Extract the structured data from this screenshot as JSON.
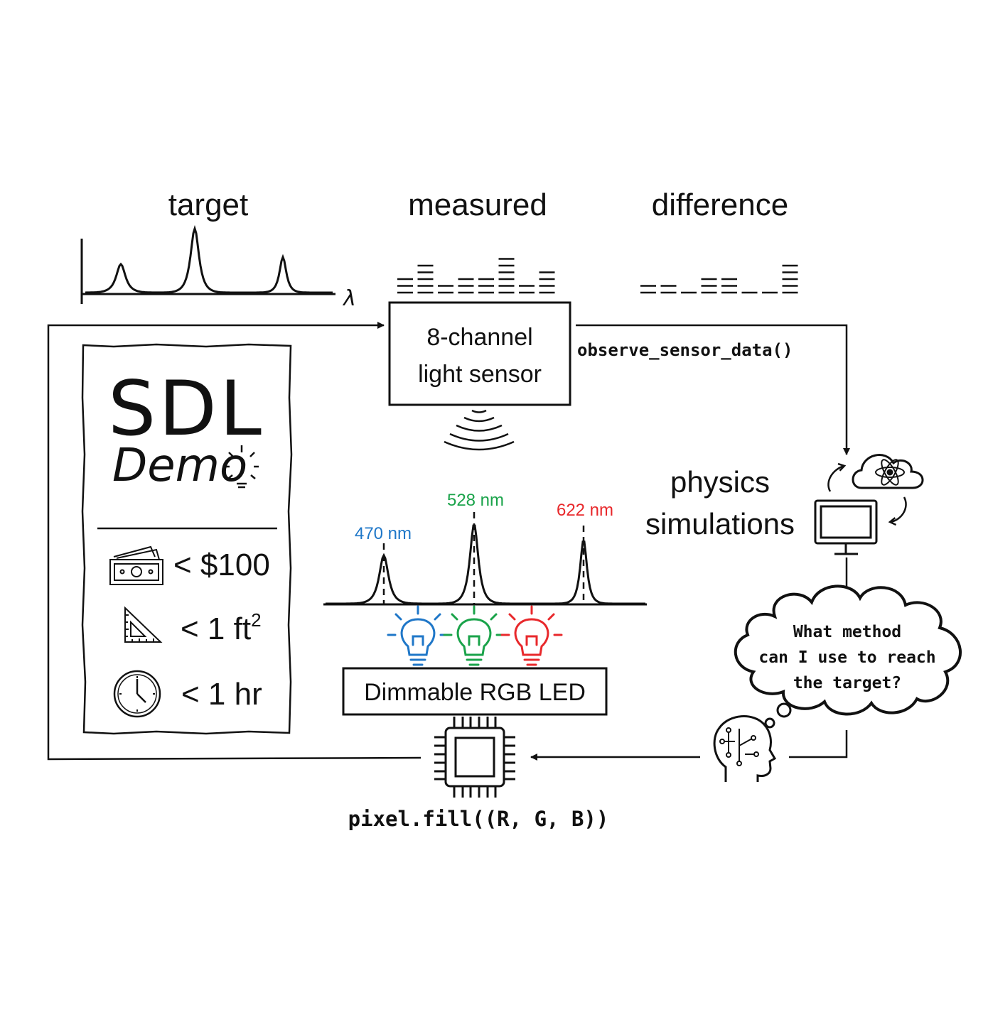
{
  "labels": {
    "target": "target",
    "measured": "measured",
    "difference": "difference",
    "lambda": "λ",
    "sensor_line1": "8-channel",
    "sensor_line2": "light sensor",
    "observe_fn": "observe_sensor_data()",
    "physics_line1": "physics",
    "physics_line2": "simulations",
    "led_box": "Dimmable RGB LED",
    "pixel_fn": "pixel.fill((R, G, B))",
    "thought_line1": "What method",
    "thought_line2": "can I use to reach",
    "thought_line3": "the target?",
    "wl_blue": "470 nm",
    "wl_green": "528 nm",
    "wl_red": "622 nm"
  },
  "sdl_card": {
    "title": "SDL",
    "subtitle_main": "Dem",
    "subtitle_o": "o",
    "cost": "< $100",
    "area_prefix": "< 1 ft",
    "area_sup": "2",
    "time": "< 1 hr"
  },
  "colors": {
    "ink": "#111111",
    "blue": "#1f77c8",
    "green": "#1aa34a",
    "red": "#e8282b"
  },
  "measured_levels": [
    3,
    5,
    2,
    3,
    3,
    6,
    2,
    4
  ],
  "difference_levels": [
    2,
    2,
    1,
    3,
    3,
    1,
    1,
    5
  ]
}
